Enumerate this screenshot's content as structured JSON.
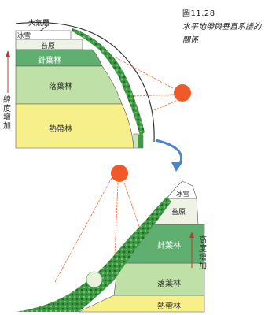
{
  "caption": {
    "number": "圖11.28",
    "line1": "水平地帶與垂直系譜的",
    "line2": "關係"
  },
  "top_diagram": {
    "atmosphere": "大氣層",
    "zones": [
      "冰雪",
      "苔原",
      "針葉林",
      "落葉林",
      "熱帶林"
    ],
    "side_label_chars": [
      "緯",
      "度",
      "增",
      "加"
    ]
  },
  "bottom_diagram": {
    "zones": [
      "冰雪",
      "苔原",
      "針葉林",
      "落葉林",
      "熱帶林"
    ],
    "side_label_chars": [
      "高",
      "度",
      "增",
      "加"
    ]
  },
  "colors": {
    "ice": "#ffffff",
    "tundra": "#eef3e6",
    "conifer": "#5fb070",
    "deciduous": "#bfe0a6",
    "tropical": "#f7f08a",
    "sun": "#f05a28",
    "arrow": "#4a86c8",
    "vegetation": "#2e8b3a"
  }
}
